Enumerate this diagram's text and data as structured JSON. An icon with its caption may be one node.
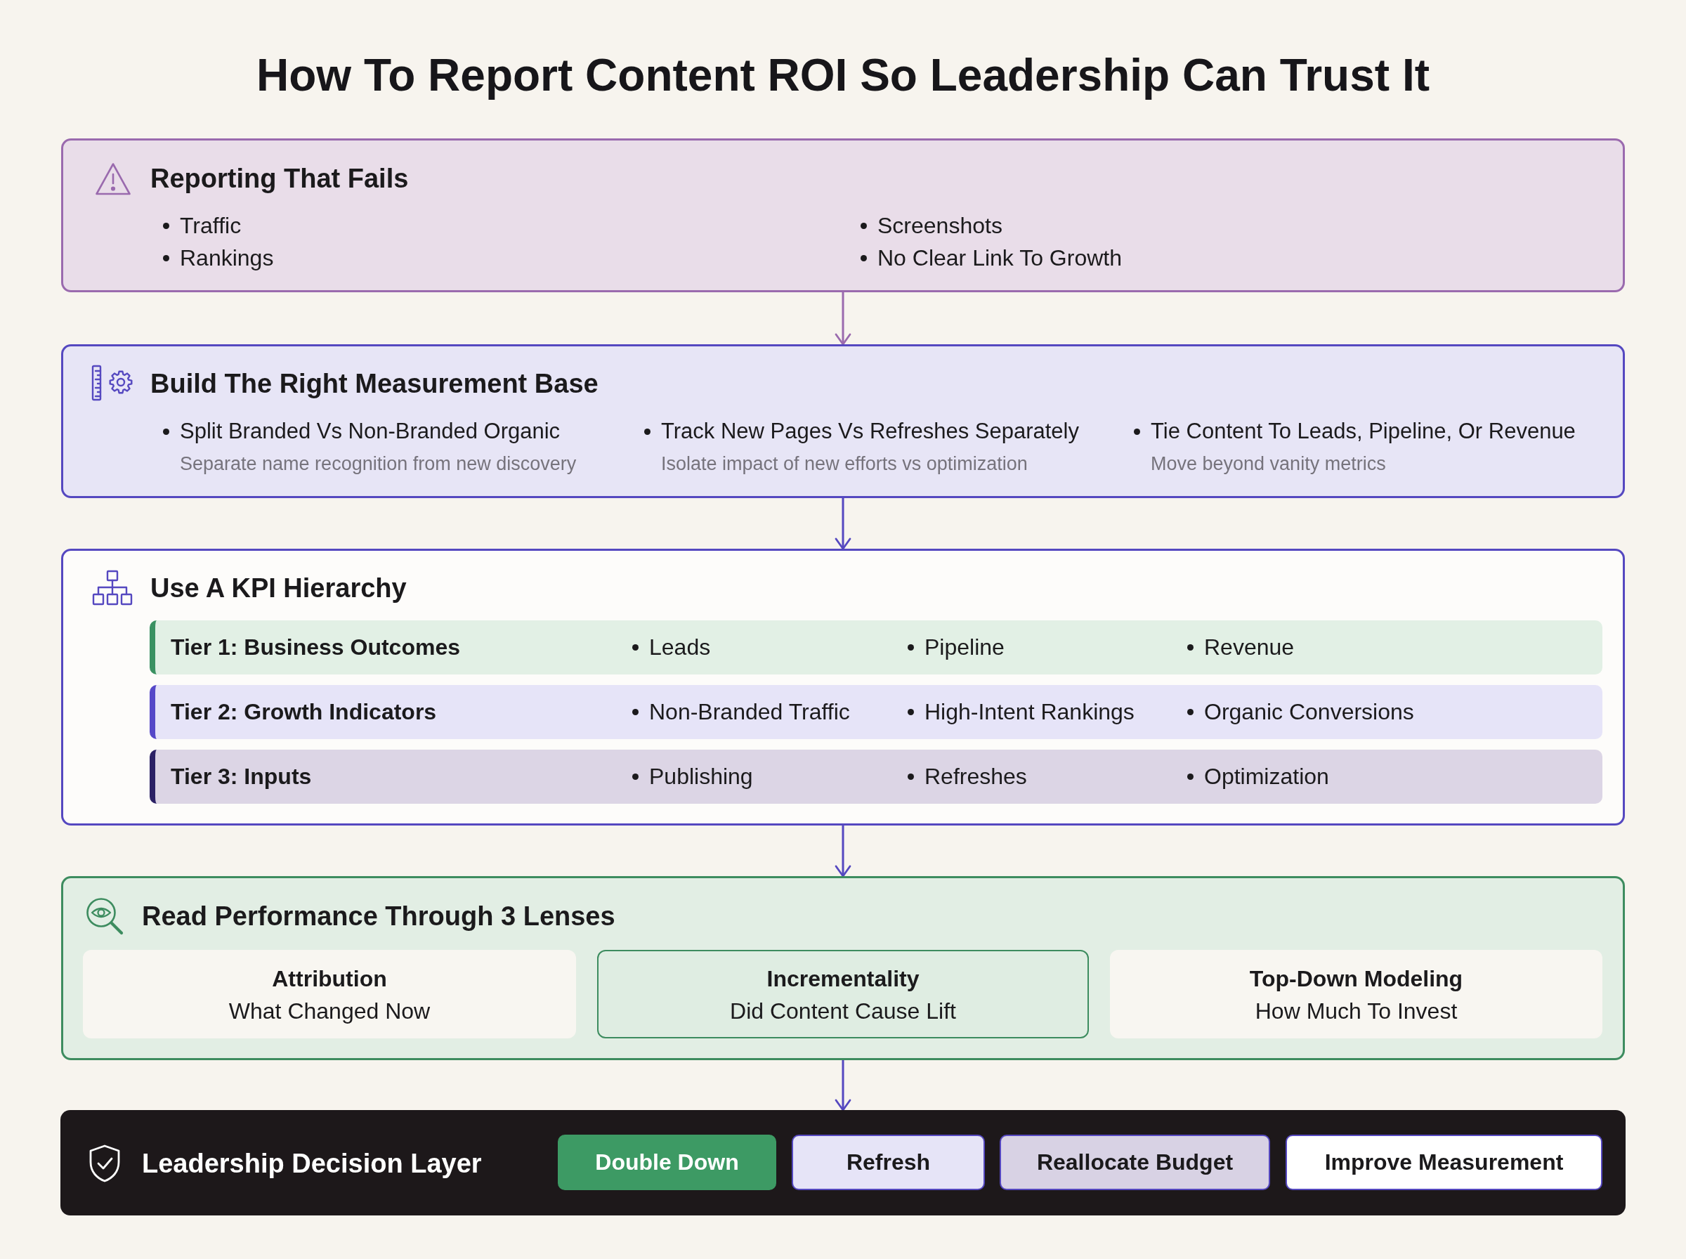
{
  "diagram": {
    "title": "How To Report Content ROI So Leadership Can Trust It",
    "nodes": [
      {
        "text": [
          "Reporting That Fails",
          "Traffic",
          "Rankings",
          "Screenshots",
          "No Clear Link To Growth"
        ]
      },
      {
        "text": [
          "Build The Right Measurement Base",
          "Split Branded Vs Non-Branded Organic",
          "Separate name recognition from new discovery",
          "Track New Pages Vs Refreshes Separately",
          "Isolate impact of new efforts vs optimization",
          "Tie Content To Leads, Pipeline, Or Revenue",
          "Move beyond vanity metrics"
        ]
      },
      {
        "text": [
          "Use A KPI Hierarchy"
        ]
      },
      {
        "text": [
          "Tier 1: Business Outcomes",
          "Leads",
          "Pipeline",
          "Revenue"
        ],
        "in": 2
      },
      {
        "text": [
          "Tier 2: Growth Indicators",
          "Non-Branded Traffic",
          "High-Intent Rankings",
          "Organic Conversions"
        ],
        "in": 2
      },
      {
        "text": [
          "Tier 3: Inputs",
          "Publishing",
          "Refreshes",
          "Optimization"
        ],
        "in": 2
      },
      {
        "text": [
          "Read Performance Through 3 Lenses"
        ]
      },
      {
        "text": [
          "Attribution",
          "What Changed Now"
        ],
        "in": 6
      },
      {
        "text": [
          "Incrementality",
          "Did Content Cause Lift"
        ],
        "in": 6
      },
      {
        "text": [
          "Top-Down Modeling",
          "How Much To Invest"
        ],
        "in": 6
      },
      {
        "text": [
          "Leadership Decision Layer"
        ]
      },
      {
        "text": [
          "Double Down"
        ],
        "in": 10
      },
      {
        "text": [
          "Refresh"
        ],
        "in": 10
      },
      {
        "text": [
          "Reallocate Budget"
        ],
        "in": 10
      },
      {
        "text": [
          "Improve Measurement"
        ],
        "in": 10
      }
    ],
    "edges": [
      {
        "from": 0,
        "to": 1,
        "arrow": "to",
        "color": "#9a6aae"
      },
      {
        "from": 1,
        "to": 2,
        "arrow": "to"
      },
      {
        "from": 2,
        "to": 6,
        "arrow": "to"
      },
      {
        "from": 6,
        "to": 10,
        "arrow": "to"
      }
    ]
  }
}
